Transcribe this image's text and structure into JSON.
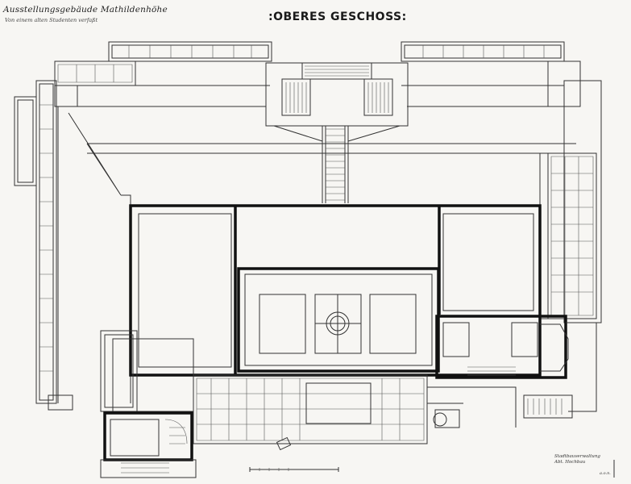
{
  "header": {
    "handwritten_title": "Ausstellungsgebäude Mathildenhöhe",
    "handwritten_subtitle": "Von einem alten Studenten verfaßt",
    "plan_title": ":OBERES GESCHOSS:"
  },
  "signature": {
    "line1": "Stadtbauverwaltung",
    "line2": "Abt. Hochbau",
    "initials": "a.o.n."
  }
}
